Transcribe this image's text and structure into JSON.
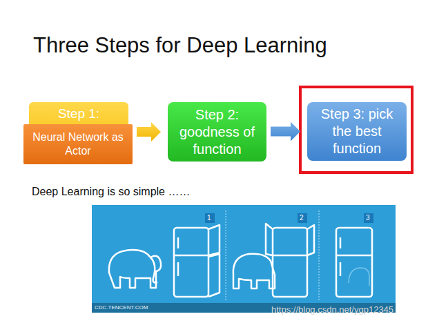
{
  "diagram": {
    "title": "Three Steps for Deep Learning",
    "nodes": [
      {
        "text": [
          "Step 1:"
        ]
      },
      {
        "text": [
          "Neural Network as Actor"
        ],
        "in": 0
      },
      {
        "text": [
          "Step 2: goodness of function"
        ]
      },
      {
        "text": [
          "Step 3: pick the best function"
        ]
      }
    ],
    "edges": [
      {
        "from": 0,
        "to": 2,
        "arrow": "to"
      },
      {
        "from": 2,
        "to": 3,
        "arrow": "to"
      }
    ],
    "labels": [
      "Deep Learning is so simple ……",
      "1",
      "2",
      "3",
      "CDC.TENCENT.COM",
      "https://blog.csdn.net/ygp12345"
    ]
  }
}
